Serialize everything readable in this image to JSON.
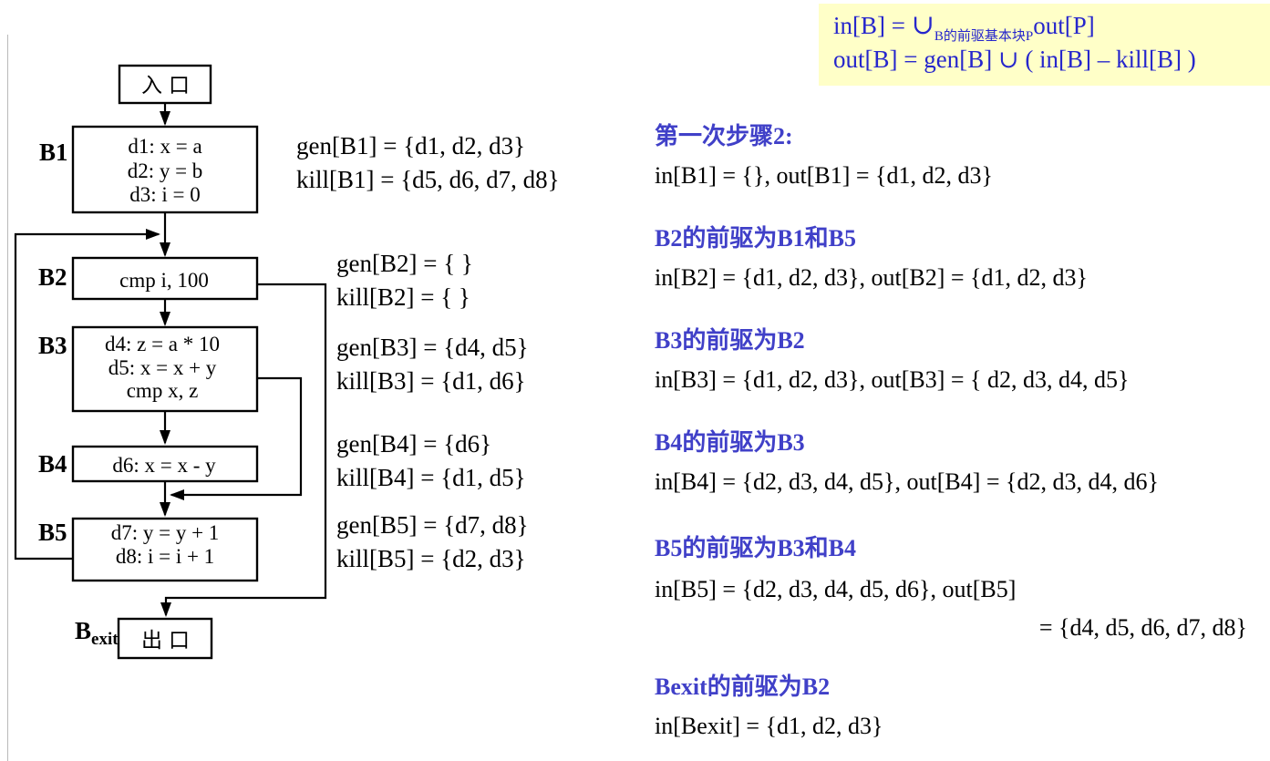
{
  "colors": {
    "heading_blue": "#4040c8",
    "formula_blue": "#2626cc",
    "yellow_bg": "#ffffc8",
    "diagram_ink": "#000000"
  },
  "formula_box": {
    "line1_pre": "in[B] = ",
    "line1_cup": "∪",
    "line1_sub": "B的前驱基本块P",
    "line1_post": "out[P]",
    "line2": "out[B] = gen[B] ∪ ( in[B] – kill[B] )"
  },
  "flowchart": {
    "entry": {
      "label": "入口"
    },
    "exit": {
      "box_label": "出口",
      "label_base": "B",
      "label_sub": "exit"
    },
    "blocks": [
      {
        "label": "B1",
        "lines": [
          "d1: x = a",
          "d2: y = b",
          "d3: i = 0"
        ]
      },
      {
        "label": "B2",
        "lines": [
          "cmp i, 100"
        ]
      },
      {
        "label": "B3",
        "lines": [
          "d4: z = a * 10",
          "d5: x = x + y",
          "cmp x, z"
        ]
      },
      {
        "label": "B4",
        "lines": [
          "d6: x = x - y"
        ]
      },
      {
        "label": "B5",
        "lines": [
          "d7: y = y + 1",
          "d8: i = i + 1"
        ]
      }
    ]
  },
  "genkill": [
    {
      "gen": "gen[B1] = {d1, d2, d3}",
      "kill": "kill[B1] = {d5, d6, d7, d8}"
    },
    {
      "gen": "gen[B2] = { }",
      "kill": "kill[B2] = { }"
    },
    {
      "gen": "gen[B3] = {d4, d5}",
      "kill": "kill[B3] = {d1, d6}"
    },
    {
      "gen": "gen[B4] = {d6}",
      "kill": "kill[B4] = {d1, d5}"
    },
    {
      "gen": "gen[B5] = {d7, d8}",
      "kill": "kill[B5] = {d2, d3}"
    }
  ],
  "sections": [
    {
      "heading": "第一次步骤2:",
      "body": [
        "in[B1] = {}, out[B1] = {d1, d2, d3}"
      ]
    },
    {
      "heading": "B2的前驱为B1和B5",
      "body": [
        "in[B2] = {d1, d2, d3}, out[B2] = {d1, d2, d3}"
      ]
    },
    {
      "heading": "B3的前驱为B2",
      "body": [
        "in[B3] = {d1, d2, d3}, out[B3] = { d2, d3, d4, d5}"
      ]
    },
    {
      "heading": "B4的前驱为B3",
      "body": [
        "in[B4] = {d2, d3, d4, d5}, out[B4] = {d2, d3, d4, d6}"
      ]
    },
    {
      "heading": "B5的前驱为B3和B4",
      "body": [
        "in[B5] = {d2, d3, d4, d5, d6}, out[B5]",
        "= {d4, d5, d6, d7, d8}"
      ]
    },
    {
      "heading": "Bexit的前驱为B2",
      "body": [
        "in[Bexit] = {d1, d2, d3}"
      ]
    }
  ]
}
